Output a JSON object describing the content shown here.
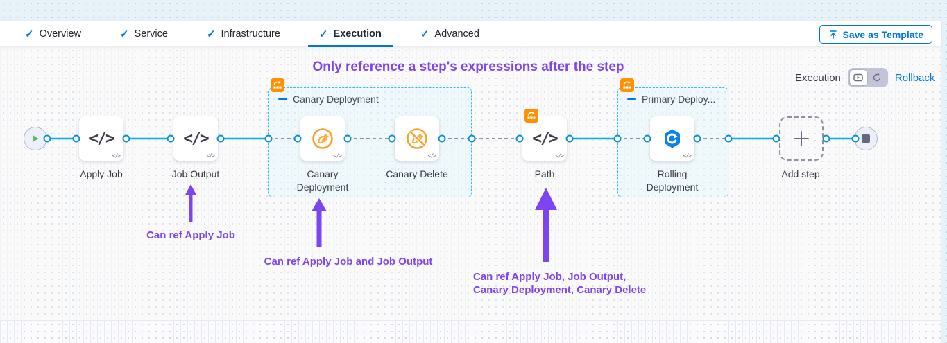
{
  "header": {
    "tabs": [
      {
        "label": "Overview"
      },
      {
        "label": "Service"
      },
      {
        "label": "Infrastructure"
      },
      {
        "label": "Execution"
      },
      {
        "label": "Advanced"
      }
    ],
    "active_tab": "Execution",
    "save_as_template_label": "Save as Template"
  },
  "canvas": {
    "heading": "Only reference a step's expressions after the step",
    "mode_toggle": {
      "label": "Execution",
      "rollback_link": "Rollback"
    },
    "groups": [
      {
        "label": "Canary Deployment"
      },
      {
        "label": "Primary Deploy..."
      }
    ],
    "steps": [
      {
        "label": "Apply Job",
        "icon": "code-icon"
      },
      {
        "label": "Job Output",
        "icon": "code-icon"
      },
      {
        "label": "Canary Deployment",
        "icon": "canary-icon"
      },
      {
        "label": "Canary Delete",
        "icon": "canary-delete-icon"
      },
      {
        "label": "Path",
        "icon": "code-icon"
      },
      {
        "label": "Rolling Deployment",
        "icon": "rolling-deployment-icon"
      }
    ],
    "add_step_label": "Add step",
    "notes": [
      {
        "text": "Can ref Apply Job"
      },
      {
        "text": "Can ref Apply Job and Job Output"
      },
      {
        "lines": [
          "Can ref Apply Job, Job Output,",
          "Canary Deployment, Canary Delete"
        ]
      }
    ],
    "colors": {
      "accent_blue": "#0278d5",
      "connector_blue": "#00ade4",
      "annotation_purple": "#7d45ee",
      "badge_orange": "#ff9100",
      "canary_orange": "#f9a12d",
      "rolling_blue": "#0b82e6"
    }
  }
}
